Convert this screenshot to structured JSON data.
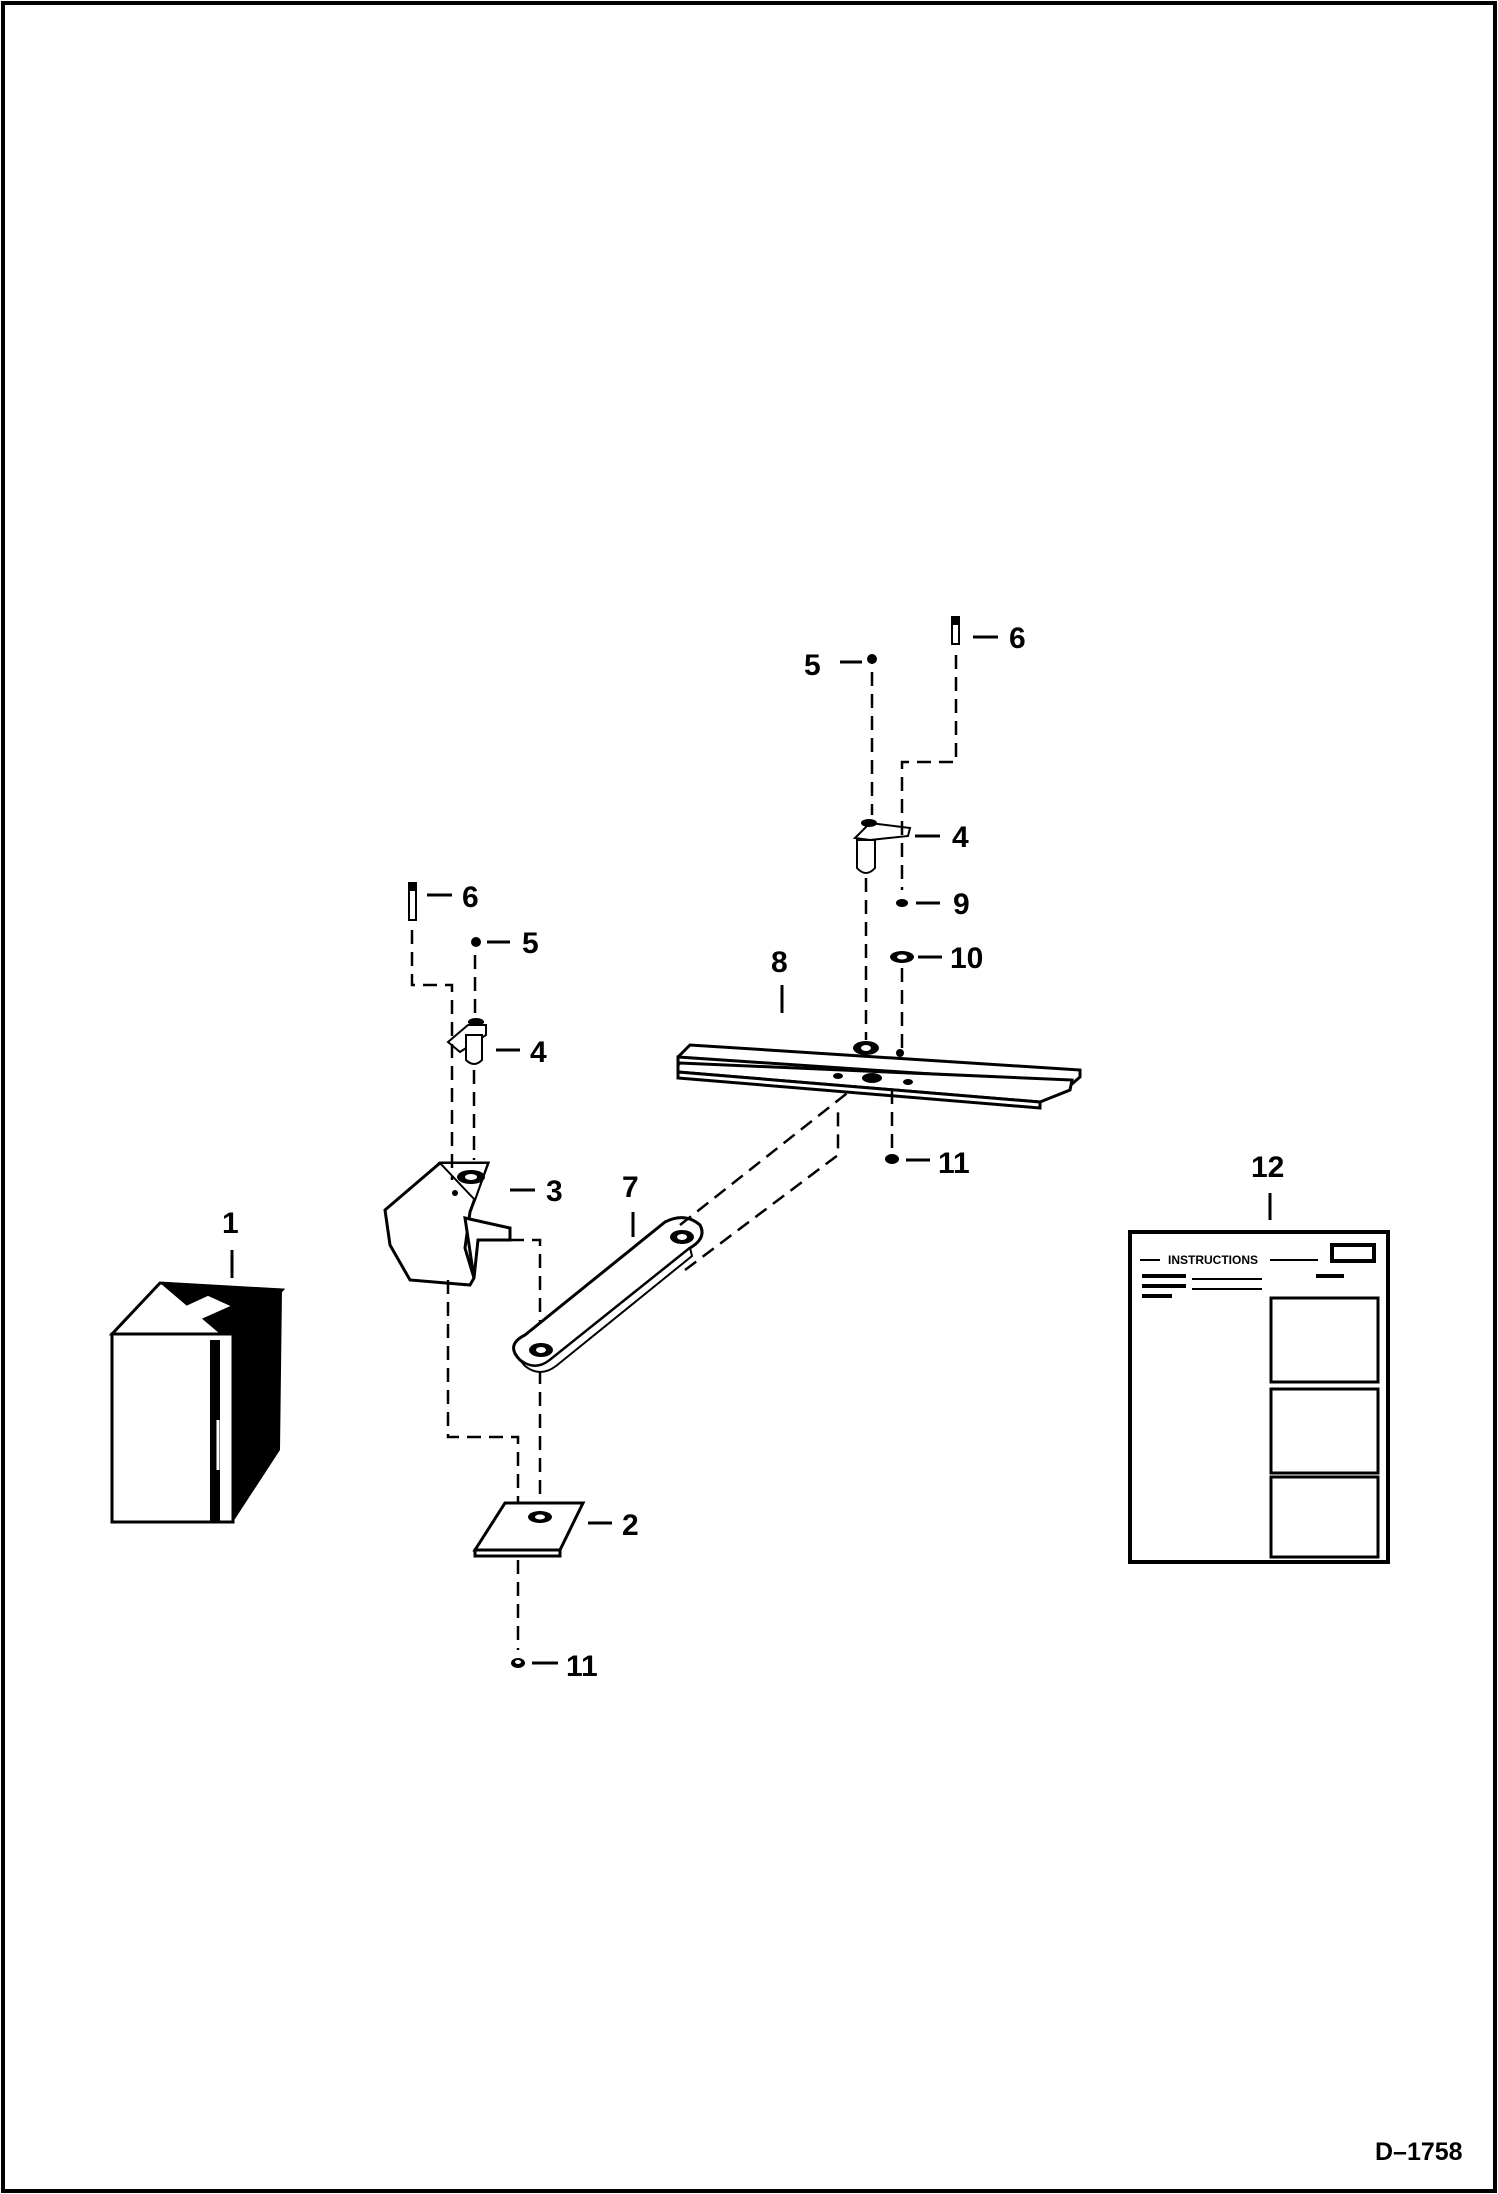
{
  "callouts": {
    "c1": "1",
    "c2": "2",
    "c3": "3",
    "c4a": "4",
    "c4b": "4",
    "c5a": "5",
    "c5b": "5",
    "c6a": "6",
    "c6b": "6",
    "c7": "7",
    "c8": "8",
    "c9": "9",
    "c10": "10",
    "c11a": "11",
    "c11b": "11",
    "c12": "12"
  },
  "instruction_card": {
    "heading": "INSTRUCTIONS"
  },
  "drawing_id": "D–1758"
}
